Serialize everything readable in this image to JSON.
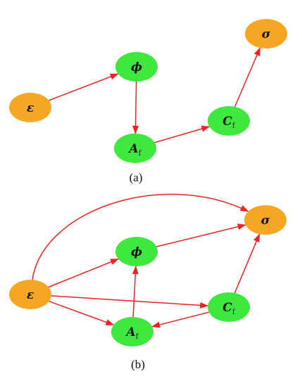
{
  "colors": {
    "state_variable": "#f5a623",
    "internal_variable": "#3ee83e",
    "edge": "#ee2222"
  },
  "diagram_a": {
    "caption": "(a)",
    "nodes": [
      {
        "id": "eps",
        "label": "ε",
        "sub": "",
        "kind": "state_variable"
      },
      {
        "id": "phi",
        "label": "ϕ",
        "sub": "",
        "kind": "internal_variable"
      },
      {
        "id": "af",
        "label": "A",
        "sub": "f",
        "kind": "internal_variable"
      },
      {
        "id": "cf",
        "label": "C",
        "sub": "f",
        "kind": "internal_variable"
      },
      {
        "id": "sigma",
        "label": "σ",
        "sub": "",
        "kind": "state_variable"
      }
    ],
    "edges": [
      {
        "from": "eps",
        "to": "phi"
      },
      {
        "from": "phi",
        "to": "af"
      },
      {
        "from": "af",
        "to": "cf"
      },
      {
        "from": "cf",
        "to": "sigma"
      }
    ]
  },
  "diagram_b": {
    "caption": "(b)",
    "nodes": [
      {
        "id": "eps",
        "label": "ε",
        "sub": "",
        "kind": "state_variable"
      },
      {
        "id": "phi",
        "label": "ϕ",
        "sub": "",
        "kind": "internal_variable"
      },
      {
        "id": "af",
        "label": "A",
        "sub": "f",
        "kind": "internal_variable"
      },
      {
        "id": "cf",
        "label": "C",
        "sub": "f",
        "kind": "internal_variable"
      },
      {
        "id": "sigma",
        "label": "σ",
        "sub": "",
        "kind": "state_variable"
      }
    ],
    "edges": [
      {
        "from": "eps",
        "to": "sigma",
        "curved": true
      },
      {
        "from": "eps",
        "to": "phi"
      },
      {
        "from": "eps",
        "to": "af"
      },
      {
        "from": "eps",
        "to": "cf"
      },
      {
        "from": "af",
        "to": "phi"
      },
      {
        "from": "phi",
        "to": "sigma"
      },
      {
        "from": "cf",
        "to": "sigma"
      },
      {
        "from": "cf",
        "to": "af"
      }
    ]
  }
}
